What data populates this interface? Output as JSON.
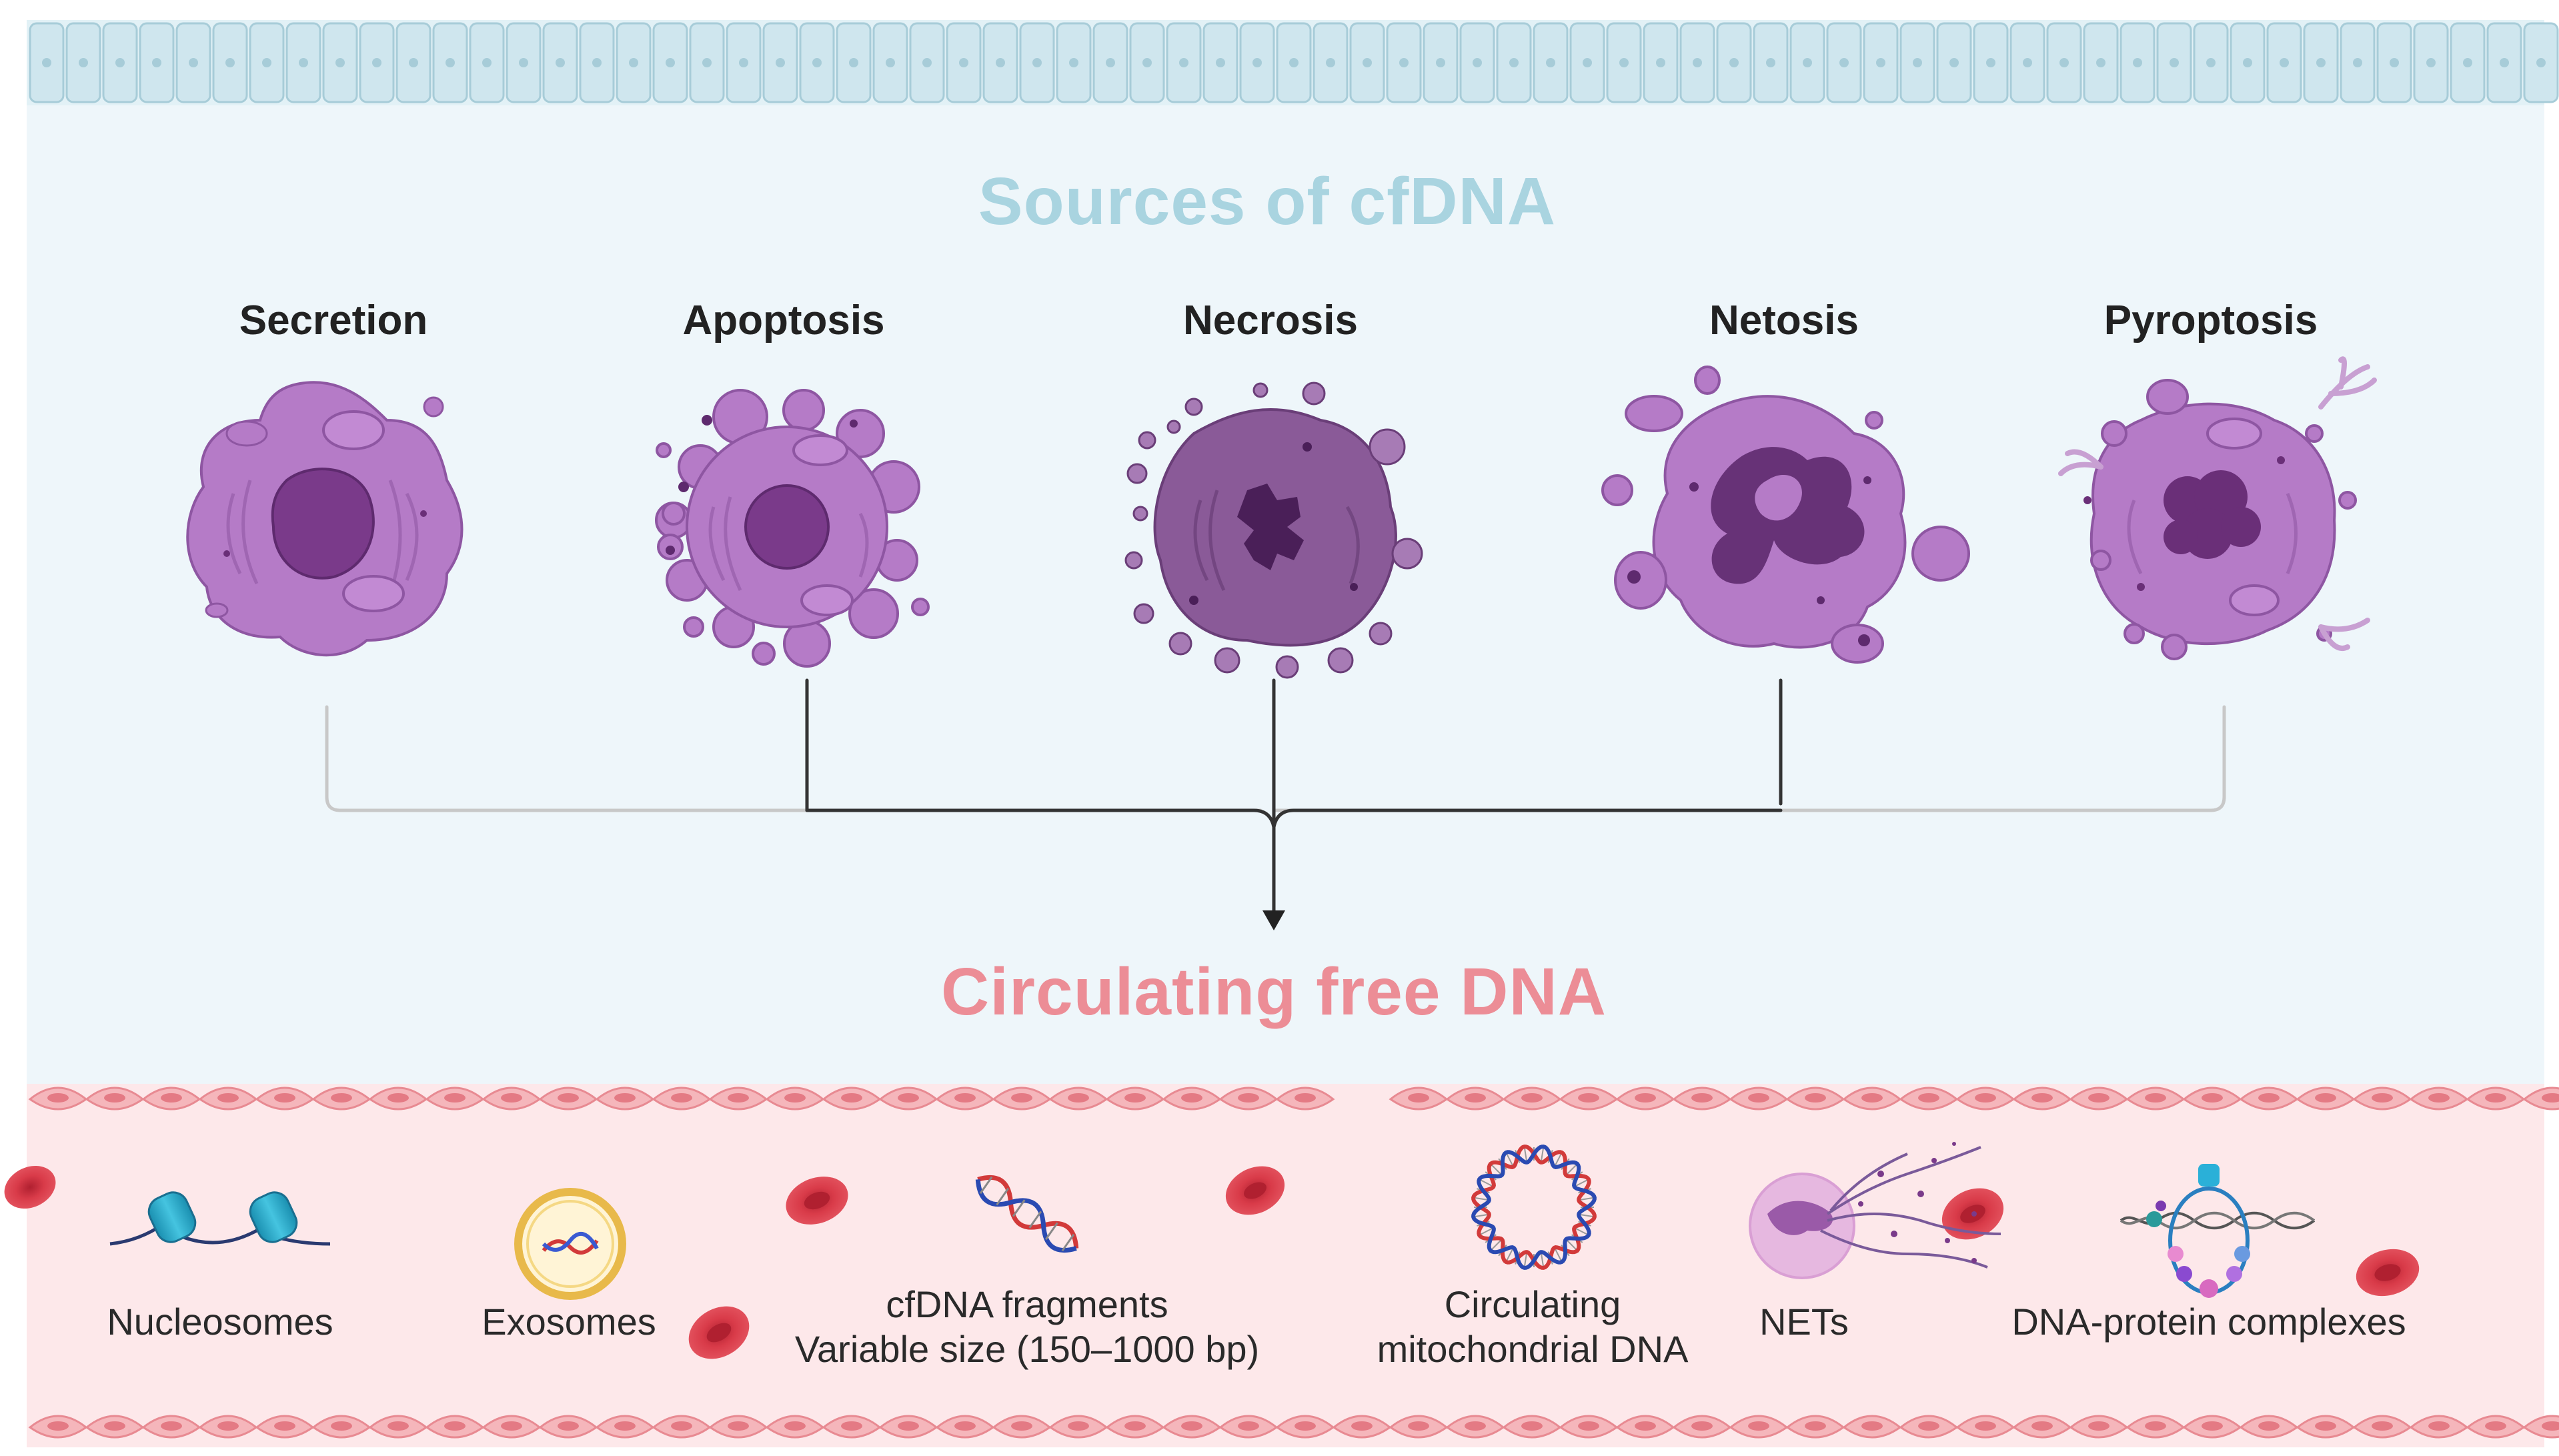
{
  "titles": {
    "sources": "Sources of cfDNA",
    "result": "Circulating free DNA"
  },
  "sources": [
    {
      "label": "Secretion"
    },
    {
      "label": "Apoptosis"
    },
    {
      "label": "Necrosis"
    },
    {
      "label": "Netosis"
    },
    {
      "label": "Pyroptosis"
    }
  ],
  "forms": [
    {
      "line1": "Nucleosomes"
    },
    {
      "line1": "Exosomes"
    },
    {
      "line1": "cfDNA fragments",
      "line2": "Variable size (150–1000 bp)"
    },
    {
      "line1": "Circulating",
      "line2": "mitochondrial DNA"
    },
    {
      "line1": "NETs"
    },
    {
      "line1": "DNA-protein complexes"
    }
  ],
  "colors": {
    "background": "#eef6fa",
    "epithelium": "#cfe6ee",
    "vessel": "#fde8ea",
    "endothelium": "#f3a7ad",
    "cell": "#b57bc7",
    "nucleus": "#7a3a8a",
    "rbc": "#d73a47",
    "source_title": "#a9d4e0",
    "result_title": "#ec8d96"
  }
}
